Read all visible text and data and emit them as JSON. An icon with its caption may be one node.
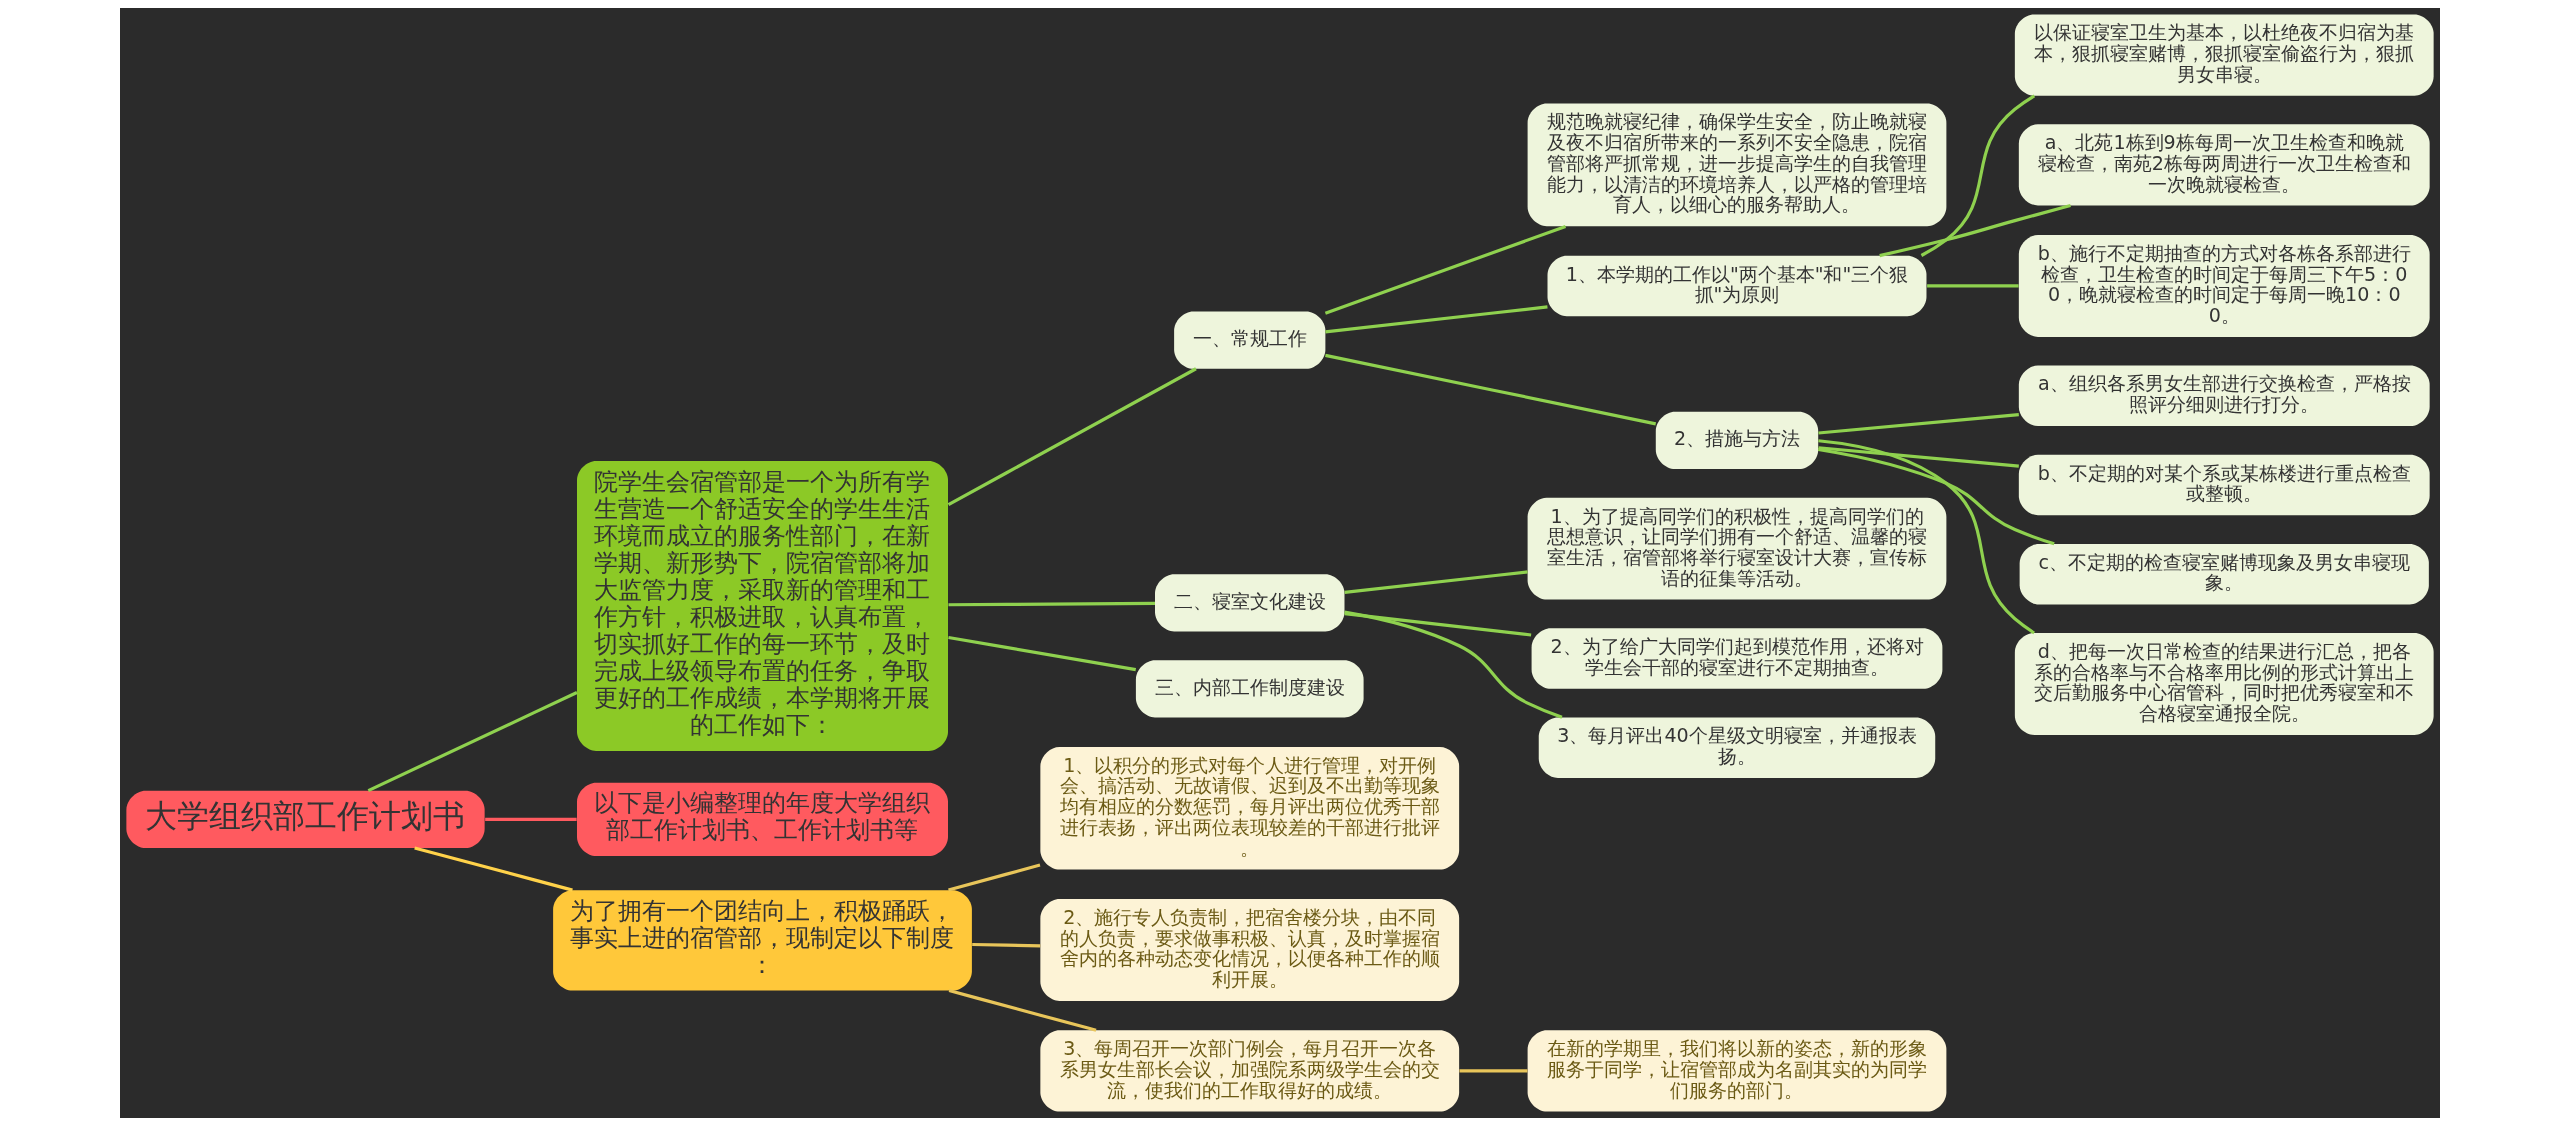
{
  "diagram": {
    "nodes": [
      {
        "text": [
          "大学组织部工作计划书"
        ]
      },
      {
        "text": [
          "院学生会宿管部是一个为所有学生营造一个舒适安全的学生生活环境而成立的服务性部门，在新学期、新形势下，院宿管部将加大监管力度，采取新的管理和工作方针，积极进取，认真布置，切实抓好工作的每一环节，及时完成上级领导布置的任务，争取更好的工作成绩，本学期将开展的工作如下："
        ]
      },
      {
        "text": [
          "一、常规工作"
        ]
      },
      {
        "text": [
          "规范晚就寝纪律，确保学生安全，防止晚就寝及夜不归宿所带来的一系列不安全隐患，院宿管部将严抓常规，进一步提高学生的自我管理能力，以清洁的环境培养人，以严格的管理培育人，以细心的服务帮助人。"
        ]
      },
      {
        "text": [
          "1、本学期的工作以\"两个基本\"和\"三个狠抓\"为原则"
        ]
      },
      {
        "text": [
          "以保证寝室卫生为基本，以杜绝夜不归宿为基本，狠抓寝室赌博，狠抓寝室偷盗行为，狠抓男女串寝。"
        ]
      },
      {
        "text": [
          "a、北苑1栋到9栋每周一次卫生检查和晚就寝检查，南苑2栋每两周进行一次卫生检查和一次晚就寝检查。"
        ]
      },
      {
        "text": [
          "b、施行不定期抽查的方式对各栋各系部进行检查，卫生检查的时间定于每周三下午5：00，晚就寝检查的时间定于每周一晚10：00。"
        ]
      },
      {
        "text": [
          "2、措施与方法"
        ]
      },
      {
        "text": [
          "a、组织各系男女生部进行交换检查，严格按照评分细则进行打分。"
        ]
      },
      {
        "text": [
          "b、不定期的对某个系或某栋楼进行重点检查或整顿。"
        ]
      },
      {
        "text": [
          "c、不定期的检查寝室赌博现象及男女串寝现象。"
        ]
      },
      {
        "text": [
          "d、把每一次日常检查的结果进行汇总，把各系的合格率与不合格率用比例的形式计算出上交后勤服务中心宿管科，同时把优秀寝室和不合格寝室通报全院。"
        ]
      },
      {
        "text": [
          "二、寝室文化建设"
        ]
      },
      {
        "text": [
          "1、为了提高同学们的积极性，提高同学们的思想意识，让同学们拥有一个舒适、温馨的寝室生活，宿管部将举行寝室设计大赛，宣传标语的征集等活动。"
        ]
      },
      {
        "text": [
          "2、为了给广大同学们起到模范作用，还将对学生会干部的寝室进行不定期抽查。"
        ]
      },
      {
        "text": [
          "3、每月评出40个星级文明寝室，并通报表扬。"
        ]
      },
      {
        "text": [
          "三、内部工作制度建设"
        ]
      },
      {
        "text": [
          "以下是小编整理的年度大学组织部工作计划书、工作计划书等"
        ]
      },
      {
        "text": [
          "为了拥有一个团结向上，积极踊跃，事实上进的宿管部，现制定以下制度："
        ]
      },
      {
        "text": [
          "1、以积分的形式对每个人进行管理，对开例会、搞活动、无故请假、迟到及不出勤等现象均有相应的分数惩罚，每月评出两位优秀干部进行表扬，评出两位表现较差的干部进行批评。"
        ]
      },
      {
        "text": [
          "2、施行专人负责制，把宿舍楼分块，由不同的人负责，要求做事积极、认真，及时掌握宿舍内的各种动态变化情况，以便各种工作的顺利开展。"
        ]
      },
      {
        "text": [
          "3、每周召开一次部门例会，每月召开一次各系男女生部长会议，加强院系两级学生会的交流，使我们的工作取得好的成绩。"
        ]
      },
      {
        "text": [
          "在新的学期里，我们将以新的姿态，新的形象服务于同学，让宿管部成为名副其实的为同学们服务的部门。"
        ]
      }
    ],
    "edges": [
      {
        "from": 0,
        "to": 1,
        "arrow": "none"
      },
      {
        "from": 1,
        "to": 2,
        "arrow": "none"
      },
      {
        "from": 2,
        "to": 3,
        "arrow": "none"
      },
      {
        "from": 2,
        "to": 4,
        "arrow": "none"
      },
      {
        "from": 4,
        "to": 5,
        "arrow": "none"
      },
      {
        "from": 4,
        "to": 6,
        "arrow": "none"
      },
      {
        "from": 4,
        "to": 7,
        "arrow": "none"
      },
      {
        "from": 2,
        "to": 8,
        "arrow": "none"
      },
      {
        "from": 8,
        "to": 9,
        "arrow": "none"
      },
      {
        "from": 8,
        "to": 10,
        "arrow": "none"
      },
      {
        "from": 8,
        "to": 11,
        "arrow": "none"
      },
      {
        "from": 8,
        "to": 12,
        "arrow": "none"
      },
      {
        "from": 1,
        "to": 13,
        "arrow": "none"
      },
      {
        "from": 13,
        "to": 14,
        "arrow": "none"
      },
      {
        "from": 13,
        "to": 15,
        "arrow": "none"
      },
      {
        "from": 13,
        "to": 16,
        "arrow": "none"
      },
      {
        "from": 1,
        "to": 17,
        "arrow": "none"
      },
      {
        "from": 0,
        "to": 18,
        "arrow": "none",
        "color": "#ff5a5f"
      },
      {
        "from": 0,
        "to": 19,
        "arrow": "none",
        "color": "#ffd24a"
      },
      {
        "from": 19,
        "to": 20,
        "arrow": "none",
        "color": "#e8c55a"
      },
      {
        "from": 19,
        "to": 21,
        "arrow": "none",
        "color": "#e8c55a"
      },
      {
        "from": 19,
        "to": 22,
        "arrow": "none",
        "color": "#e8c55a"
      },
      {
        "from": 22,
        "to": 23,
        "arrow": "none",
        "color": "#e8c55a"
      }
    ]
  }
}
